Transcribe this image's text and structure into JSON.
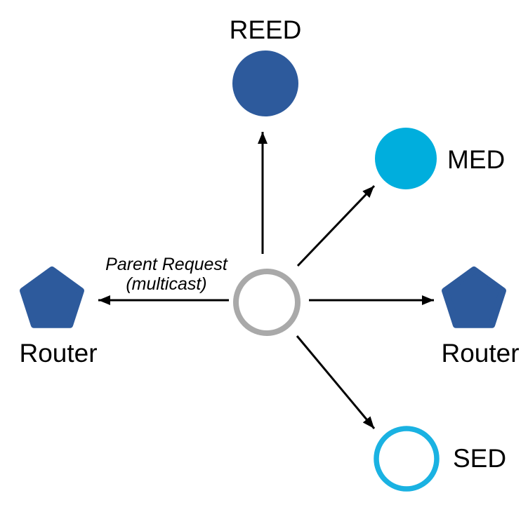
{
  "colors": {
    "node_blue": "#2d5a9c",
    "node_cyan": "#00aedd",
    "sed_ring_cyan": "#1ab2e2",
    "center_ring_gray": "#a9a9a9",
    "arrow_black": "#000000",
    "text_black": "#000000",
    "background": "#ffffff"
  },
  "nodes": {
    "reed": {
      "label": "REED",
      "shape": "filled-circle"
    },
    "med": {
      "label": "MED",
      "shape": "filled-circle"
    },
    "sed": {
      "label": "SED",
      "shape": "ring-circle"
    },
    "router_left": {
      "label": "Router",
      "shape": "pentagon"
    },
    "router_right": {
      "label": "Router",
      "shape": "pentagon"
    },
    "joining_device": {
      "label": "",
      "shape": "ring-circle"
    }
  },
  "annotation": {
    "line1": "Parent Request",
    "line2": "(multicast)"
  }
}
